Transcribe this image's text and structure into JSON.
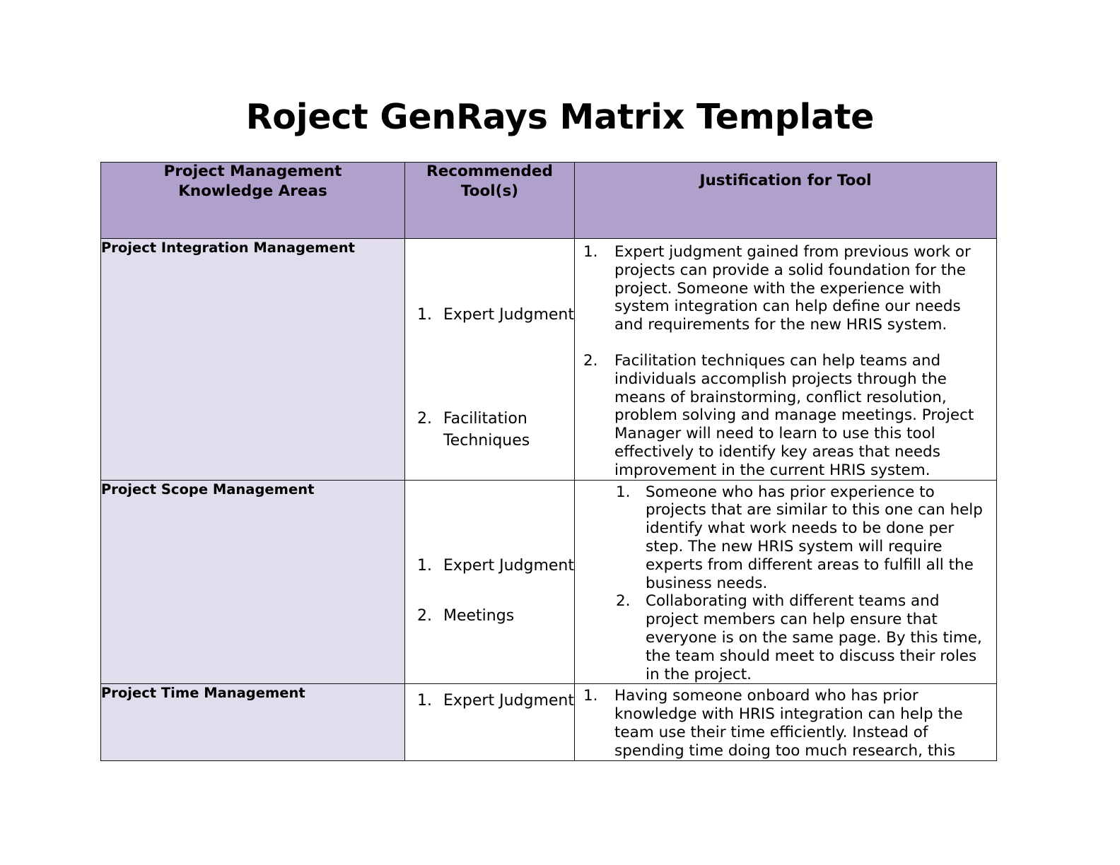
{
  "document": {
    "title": "Roject GenRays Matrix Template"
  },
  "colors": {
    "header_fill": "#b0a0cc",
    "area_column_fill": "#e2dded",
    "border": "#111111",
    "page_background": "#ffffff"
  },
  "table": {
    "headers": {
      "knowledge_areas": "Project Management\nKnowledge Areas",
      "knowledge_areas_line1": "Project Management",
      "knowledge_areas_line2": "Knowledge Areas",
      "recommended_tools_line1": "Recommended",
      "recommended_tools_line2": "Tool(s)",
      "justification": "Justification for Tool"
    },
    "rows": [
      {
        "knowledge_area": "Project Integration Management",
        "tools": [
          {
            "num": "1.",
            "label": "Expert Judgment"
          },
          {
            "num": "2.",
            "label": "Facilitation Techniques"
          }
        ],
        "justifications": [
          {
            "num": "1.",
            "text": "Expert judgment gained from previous work or projects can provide a solid foundation for the project.  Someone with the experience with system integration can help define our needs and requirements for the new HRIS system."
          },
          {
            "num": "2.",
            "text": "Facilitation techniques can help teams and individuals accomplish projects through the means of brainstorming, conflict resolution, problem solving and manage meetings.  Project Manager will need to learn to use this tool effectively to identify key areas that needs improvement in the current HRIS system."
          }
        ]
      },
      {
        "knowledge_area": "Project Scope Management",
        "tools": [
          {
            "num": "1.",
            "label": "Expert Judgment"
          },
          {
            "num": "2.",
            "label": "Meetings"
          }
        ],
        "justifications": [
          {
            "num": "1.",
            "text": "Someone who has prior experience to projects that are similar to this one can help identify what work needs to be done per step.  The new HRIS system will require experts from different areas to fulfill all the business needs."
          },
          {
            "num": "2.",
            "text": "Collaborating with different teams and project members can help ensure that everyone is on the same page.  By this time, the team should meet to discuss their roles in the project."
          }
        ]
      },
      {
        "knowledge_area": "Project Time Management",
        "tools": [
          {
            "num": "1.",
            "label": "Expert Judgment"
          }
        ],
        "justifications": [
          {
            "num": "1.",
            "text": "Having someone onboard who has prior knowledge with HRIS integration can help the team use their time efficiently.  Instead of spending time doing too much research, this"
          }
        ]
      }
    ]
  }
}
